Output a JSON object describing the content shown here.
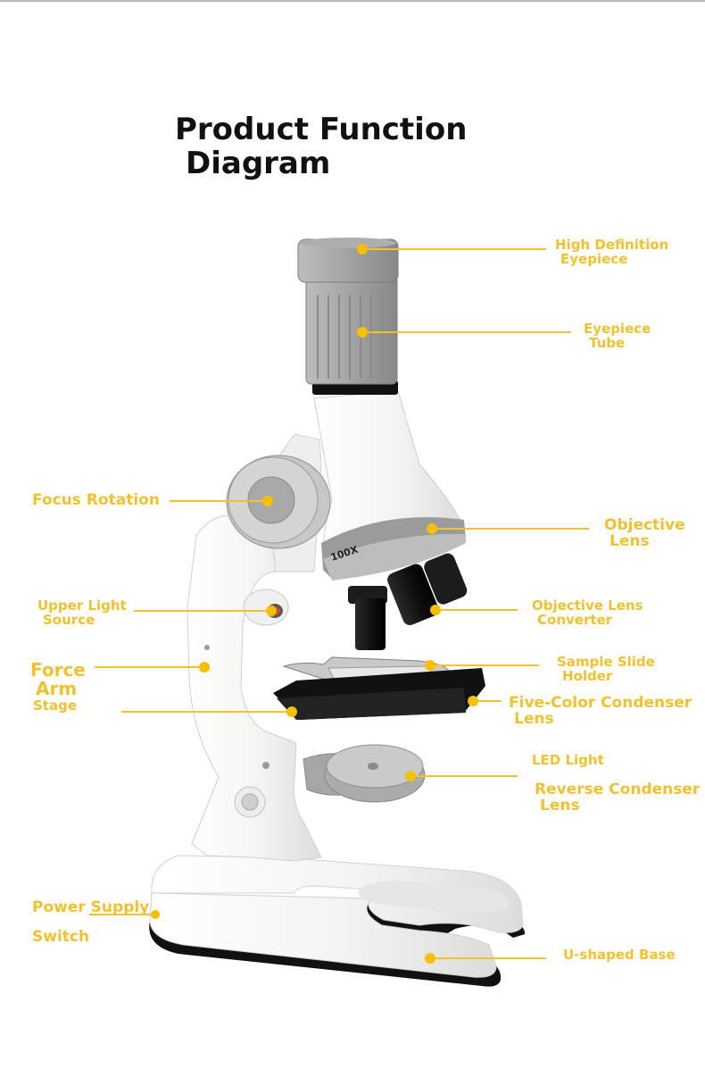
{
  "title": {
    "line1": "Product Function",
    "line2": "Diagram"
  },
  "colors": {
    "accent": "#f2c12e",
    "body": "#f2f2f0",
    "gray": "#9a9a9a",
    "black": "#111111"
  },
  "objective_marking": "100X",
  "labels": {
    "hd_eyepiece": {
      "l1": "High Definition",
      "l2": "Eyepiece"
    },
    "eyepiece_tube": {
      "l1": "Eyepiece",
      "l2": "Tube"
    },
    "focus_rotation": "Focus Rotation",
    "objective_lens": {
      "l1": "Objective",
      "l2": "Lens"
    },
    "upper_light": {
      "l1": "Upper Light",
      "l2": "Source"
    },
    "objective_converter": {
      "l1": "Objective Lens",
      "l2": "Converter"
    },
    "force_arm": {
      "l1": "Force",
      "l2": "Arm"
    },
    "sample_holder": {
      "l1": "Sample Slide",
      "l2": "Holder"
    },
    "stage": "Stage",
    "five_color": {
      "l1": "Five-Color Condenser",
      "l2": "Lens"
    },
    "led_light": "LED Light",
    "reverse_condenser": {
      "l1": "Reverse Condenser",
      "l2": "Lens"
    },
    "power_supply": {
      "l1": "Power Supply",
      "l2": "Switch"
    },
    "u_base": "U-shaped Base"
  }
}
